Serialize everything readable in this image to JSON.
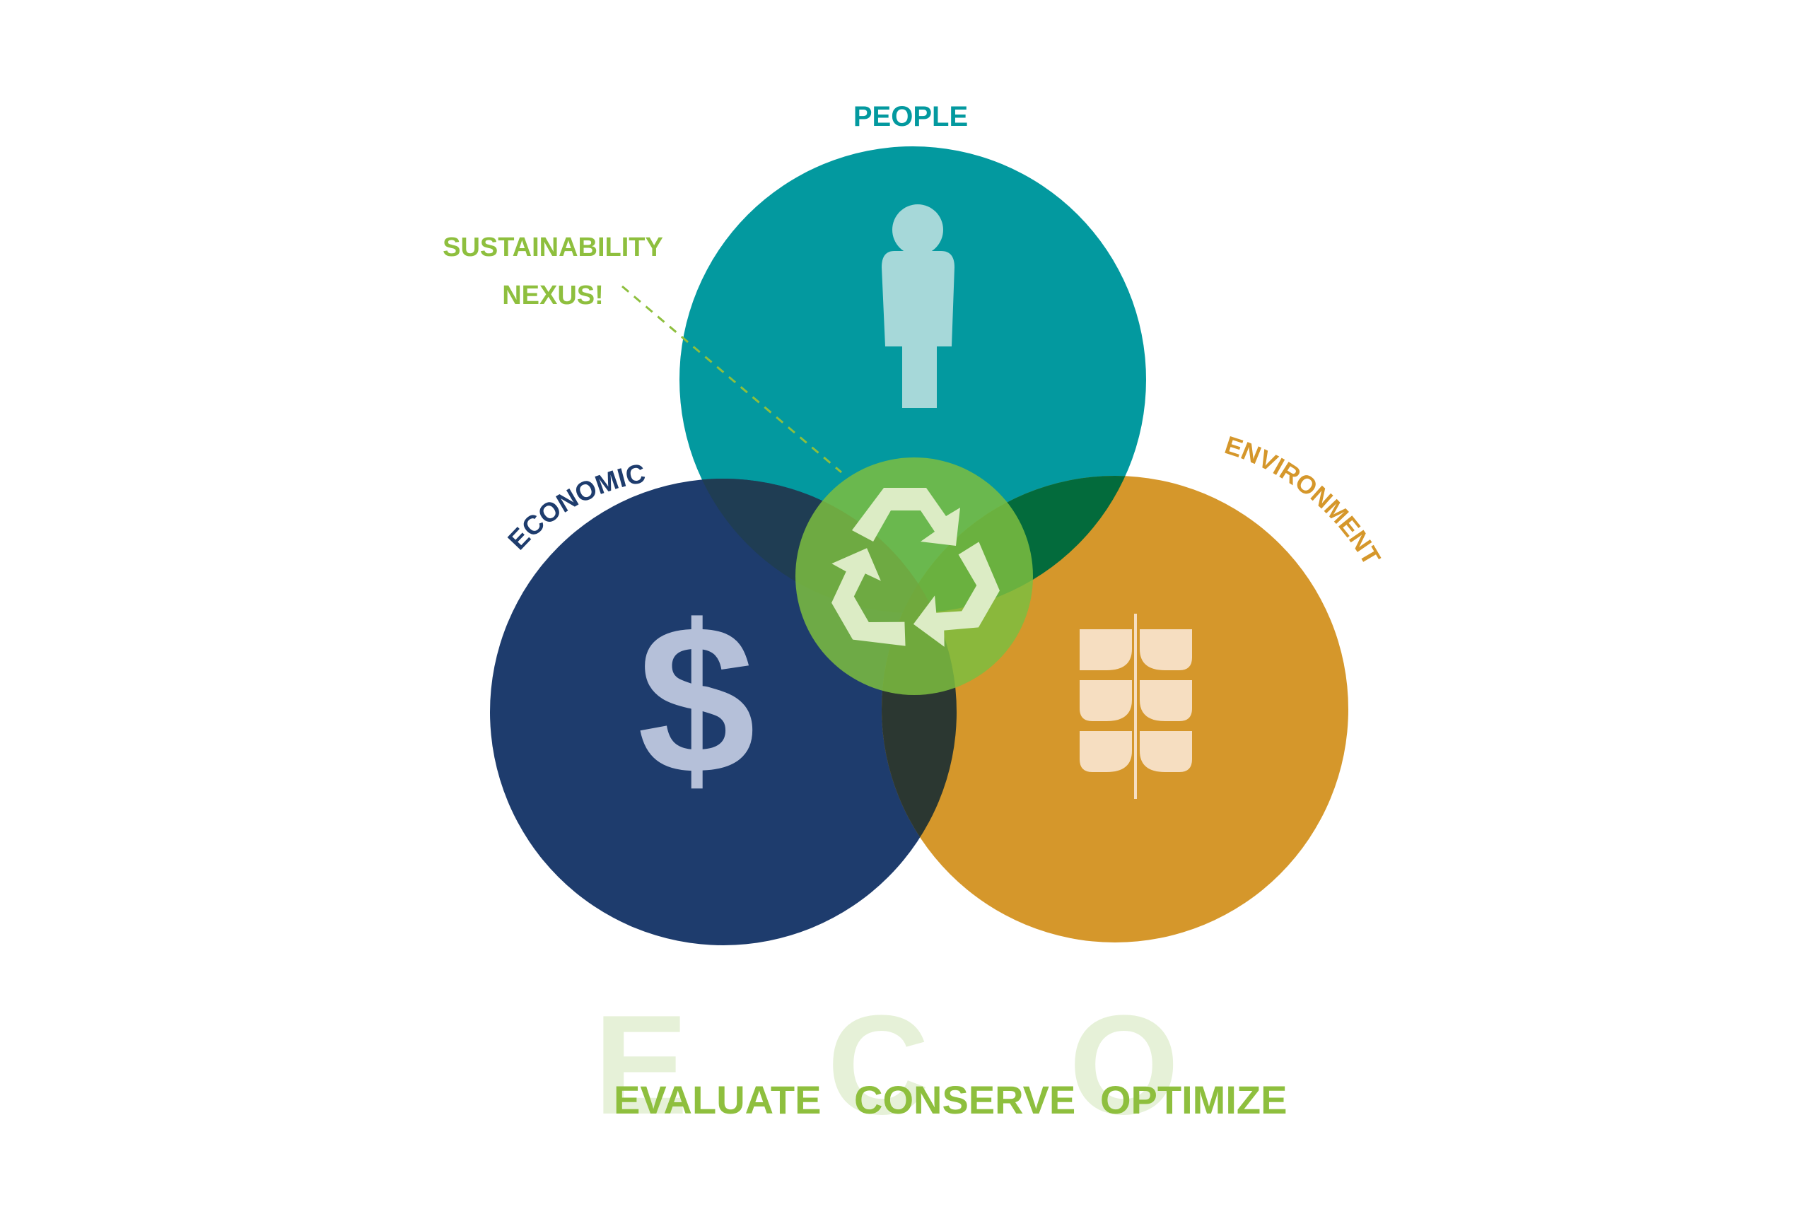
{
  "colors": {
    "people": "#03999f",
    "economic": "#1e3c6d",
    "environment": "#d5972b",
    "nexus": "#7dbd3f",
    "label_green": "#8ebf3e",
    "people_icon": "#a6d8d9",
    "economic_icon": "#b5c0d9",
    "environment_icon": "#f6dec1",
    "recycle_icon": "#dcecc5",
    "eco_big_letter": "#e6f1d8"
  },
  "labels": {
    "people": "PEOPLE",
    "economic": "ECONOMIC",
    "environment": "ENVIRONMENT",
    "nexus_line1": "SUSTAINABILITY",
    "nexus_line2": "NEXUS!"
  },
  "icons": {
    "people": "person-icon",
    "economic": "dollar-icon",
    "environment": "wheat-icon",
    "nexus": "recycle-icon"
  },
  "economic_symbol": "$",
  "eco": [
    {
      "letter": "E",
      "word": "EVALUATE"
    },
    {
      "letter": "C",
      "word": "CONSERVE"
    },
    {
      "letter": "O",
      "word": "OPTIMIZE"
    }
  ]
}
